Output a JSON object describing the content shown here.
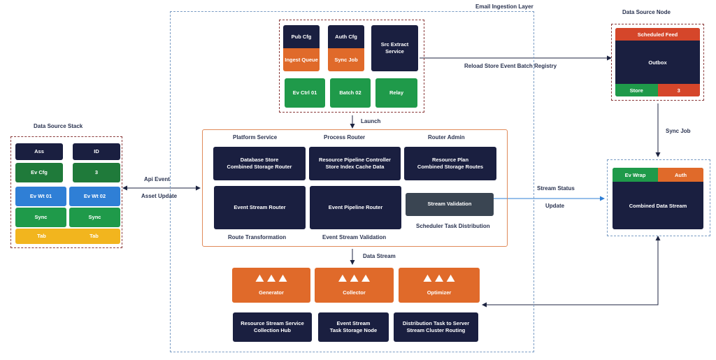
{
  "diagram": {
    "top_center_title": "Email Ingestion Layer",
    "top_right_title": "Data Source Node",
    "left_title": "Data Source Stack",
    "mid_left_labels": [
      "Api Event",
      "Asset Update"
    ],
    "top_cluster": {
      "tiles": [
        {
          "top": "Pub Cfg",
          "bottom": "Ingest Queue"
        },
        {
          "top": "Auth Cfg",
          "bottom": "Sync Job"
        },
        {
          "text": "Src Extract Service"
        }
      ],
      "green_tiles": [
        "Ev Ctrl 01",
        "Batch 02",
        "Relay"
      ],
      "under_label": "Launch"
    },
    "arrow_top_right_label": "Reload Store Event Batch Registry",
    "right_top": {
      "header": "Scheduled Feed",
      "body": "Outbox",
      "left_foot": "Store",
      "right_foot": "3"
    },
    "right_mid_label": "Sync Job",
    "right_bottom": {
      "left": "Ev Wrap",
      "right": "Auth",
      "body": "Combined Data Stream"
    },
    "right_link_labels": [
      "Stream Status",
      "Update"
    ],
    "middle": {
      "col_titles": [
        "Platform Service",
        "Process Router",
        "Router Admin"
      ],
      "boxes": [
        "Database Store\nCombined Storage Router",
        "Resource Pipeline Controller\nStore Index Cache Data",
        "Resource Plan\nCombined Storage Routes",
        "Event Stream Router",
        "Event Pipeline Router",
        "Stream Validation"
      ],
      "sub_labels": [
        "Route Transformation",
        "Event Stream Validation",
        "Scheduler Task Distribution"
      ]
    },
    "process_label": "Data Stream",
    "orange_blocks": [
      "Generator",
      "Collector",
      "Optimizer"
    ],
    "bottom_boxes": [
      "Resource Stream Service\nCollection Hub",
      "Event Stream\nTask Storage Node",
      "Distribution Task to Server\nStream Cluster Routing"
    ],
    "left_stack": [
      {
        "left": "Ass",
        "right": "ID",
        "color": "navy"
      },
      {
        "left": "Ev Cfg",
        "right": "3",
        "color": "dgreen"
      },
      {
        "left": "Ev Wt 01",
        "right": "Ev Wt 02",
        "color": "blue"
      },
      {
        "left": "Sync",
        "right": "Sync",
        "color": "green"
      },
      {
        "left": "Tab",
        "right": "Tab",
        "color": "yellow"
      }
    ]
  }
}
